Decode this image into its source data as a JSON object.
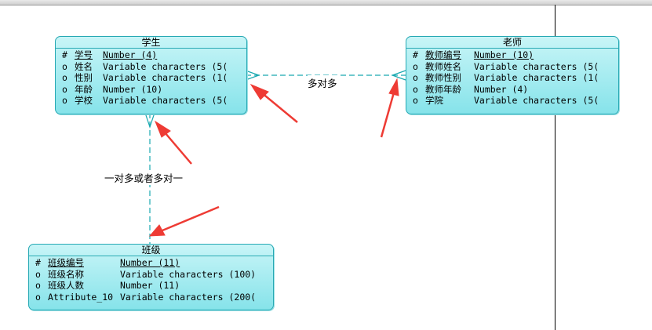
{
  "entities": {
    "student": {
      "title": "学生",
      "attributes": [
        {
          "marker": "#",
          "name": "学号",
          "type": "Number (4)"
        },
        {
          "marker": "o",
          "name": "姓名",
          "type": "Variable characters (5("
        },
        {
          "marker": "o",
          "name": "性别",
          "type": "Variable characters (1("
        },
        {
          "marker": "o",
          "name": "年龄",
          "type": "Number (10)"
        },
        {
          "marker": "o",
          "name": "学校",
          "type": "Variable characters (5("
        }
      ]
    },
    "teacher": {
      "title": "老师",
      "attributes": [
        {
          "marker": "#",
          "name": "教师编号",
          "type": "Number (10)"
        },
        {
          "marker": "o",
          "name": "教师姓名",
          "type": "Variable characters (5("
        },
        {
          "marker": "o",
          "name": "教师性别",
          "type": "Variable characters (1("
        },
        {
          "marker": "o",
          "name": "教师年龄",
          "type": "Number (4)"
        },
        {
          "marker": "o",
          "name": "学院",
          "type": "Variable characters (5("
        }
      ]
    },
    "class": {
      "title": "班级",
      "attributes": [
        {
          "marker": "#",
          "name": "班级编号",
          "type": "Number (11)"
        },
        {
          "marker": "o",
          "name": "班级名称",
          "type": "Variable characters (100)"
        },
        {
          "marker": "o",
          "name": "班级人数",
          "type": "Number (11)"
        },
        {
          "marker": "o",
          "name": "Attribute_10",
          "type": "Variable characters (200("
        }
      ]
    }
  },
  "relationships": {
    "student_teacher": {
      "label": "多对多"
    },
    "student_class": {
      "label": "一对多或者多对一"
    }
  },
  "colors": {
    "entity_fill_top": "#c8f5f7",
    "entity_fill_bottom": "#86e3ea",
    "entity_border": "#27a9b4",
    "link_line": "#1aa9b0",
    "arrow": "#ee3b34"
  }
}
